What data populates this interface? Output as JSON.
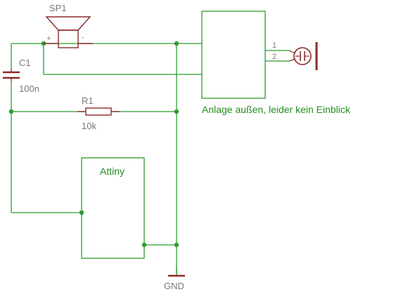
{
  "components": {
    "speaker": {
      "ref": "SP1",
      "plus": "+",
      "minus": "-"
    },
    "capacitor": {
      "ref": "C1",
      "value": "100n"
    },
    "resistor": {
      "ref": "R1",
      "value": "10k"
    },
    "mcu": {
      "label": "Attiny"
    },
    "external": {
      "label": "Anlage außen, leider kein Einblick",
      "pin1": "1",
      "pin2": "2"
    },
    "ground": {
      "label": "GND"
    }
  },
  "colors": {
    "wire": "#2e9b2e",
    "part": "#8b2a2a",
    "gray_text": "#7a7a7a",
    "green_text": "#1f8f1f"
  }
}
